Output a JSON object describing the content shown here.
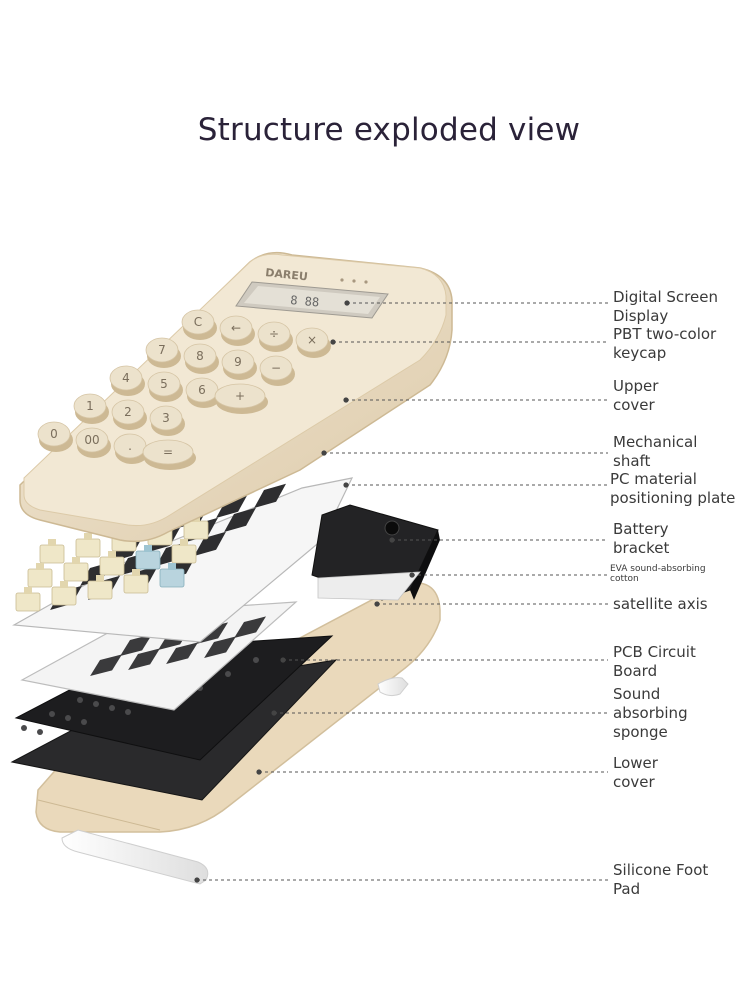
{
  "title": "Structure exploded view",
  "device": {
    "brand": "DAREU",
    "keys": [
      "C",
      "←",
      "÷",
      "×",
      "7",
      "8",
      "9",
      "−",
      "4",
      "5",
      "6",
      "+",
      "1",
      "2",
      "3",
      "0",
      "00",
      ".",
      "="
    ]
  },
  "labels": [
    {
      "id": "digital-screen-display",
      "lines": [
        "Digital Screen",
        "Display"
      ]
    },
    {
      "id": "pbt-two-color-keycap",
      "lines": [
        "PBT two-color",
        "keycap"
      ]
    },
    {
      "id": "upper-cover",
      "lines": [
        "Upper",
        "cover"
      ]
    },
    {
      "id": "mechanical-shaft",
      "lines": [
        "Mechanical",
        "shaft"
      ]
    },
    {
      "id": "pc-material-positioning-plate",
      "lines": [
        "PC material",
        "positioning plate"
      ]
    },
    {
      "id": "battery-bracket",
      "lines": [
        "Battery",
        "bracket"
      ]
    },
    {
      "id": "eva-sound-absorbing-cotton",
      "lines": [
        "EVA sound-absorbing",
        "cotton"
      ]
    },
    {
      "id": "satellite-axis",
      "lines": [
        "satellite axis"
      ]
    },
    {
      "id": "pcb-circuit-board",
      "lines": [
        "PCB Circuit",
        "Board"
      ]
    },
    {
      "id": "sound-absorbing-sponge",
      "lines": [
        "Sound",
        "absorbing",
        "sponge"
      ]
    },
    {
      "id": "lower-cover",
      "lines": [
        "Lower",
        "cover"
      ]
    },
    {
      "id": "silicone-foot-pad",
      "lines": [
        "Silicone Foot",
        "Pad"
      ]
    }
  ],
  "colors": {
    "shell": "#efe4cf",
    "shell_shade": "#d9c7a6",
    "keycap": "#e8dcc3",
    "plate": "#f4f4f4",
    "pcb": "#1d1d1f",
    "foam": "#2a2a2c",
    "switch": "#efe7c8",
    "switch_blue": "#b9d4de",
    "leader": "#555555"
  }
}
